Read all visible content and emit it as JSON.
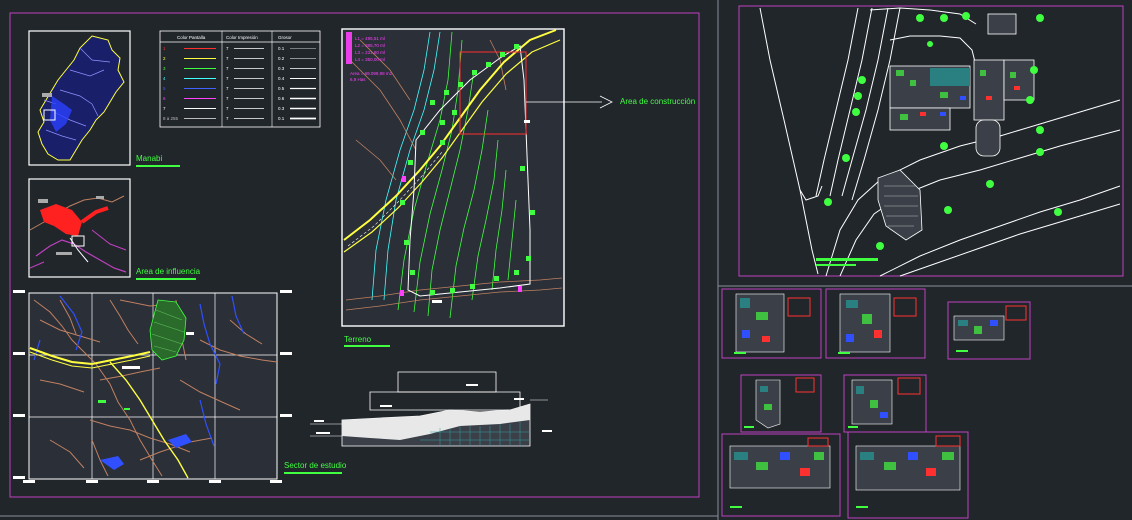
{
  "left_sheet": {
    "labels": {
      "manabi": "Manabi",
      "influencia": "Area de influencia",
      "sector": "Sector de estudio",
      "terreno": "Terreno",
      "area_construccion": "Area de construcción"
    },
    "legend": {
      "headers": [
        "Color Pantalla",
        "Color Impresión",
        "Grosor"
      ],
      "rows": [
        {
          "num": "1",
          "color": "#ff3030",
          "grosor": "0.1"
        },
        {
          "num": "2",
          "color": "#ffff40",
          "grosor": "0.2"
        },
        {
          "num": "3",
          "color": "#40ff40",
          "grosor": "0.3"
        },
        {
          "num": "4",
          "color": "#40ffff",
          "grosor": "0.4"
        },
        {
          "num": "5",
          "color": "#4060ff",
          "grosor": "0.5"
        },
        {
          "num": "6",
          "color": "#ff40ff",
          "grosor": "0.6"
        },
        {
          "num": "7",
          "color": "#ffffff",
          "grosor": "0.3"
        },
        {
          "num": "8 a 255",
          "color": "#bbbbbb",
          "grosor": "0.1"
        }
      ],
      "print_value": "7"
    },
    "terrain_text": {
      "lines": [
        "L1 = 495,51 ml",
        "L2 = 385,70 ml",
        "L3 = 231,80 ml",
        "L4 = 350,00 ml"
      ],
      "area": "Area = 69.099,98 m2",
      "area_ha": "6,9 Has"
    }
  },
  "colors": {
    "background": "#21262b",
    "sheet_border": "#c040c0",
    "label_green": "#40ff40",
    "road_yellow": "#ffff40",
    "contour_cyan": "#40ffff",
    "contour_green": "#40ff40",
    "street_brown": "#c08060",
    "river_blue": "#3050ff",
    "detail_red": "#ff3030"
  }
}
